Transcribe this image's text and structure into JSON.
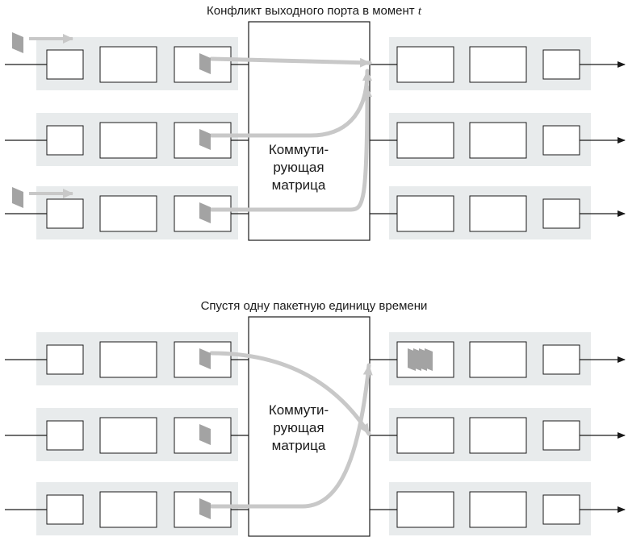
{
  "top": {
    "title_text": "Конфликт выходного порта в момент ",
    "title_var": "t",
    "fabric_lines": [
      "Коммути-",
      "рующая",
      "матрица"
    ]
  },
  "bottom": {
    "title_text": "Спустя одну пакетную единицу времени",
    "fabric_lines": [
      "Коммути-",
      "рующая",
      "матрица"
    ]
  },
  "colors": {
    "port_bg": "#e8ebec",
    "path": "#c8c8c8",
    "packet": "#a3a3a3",
    "line": "#1a1a1a"
  }
}
